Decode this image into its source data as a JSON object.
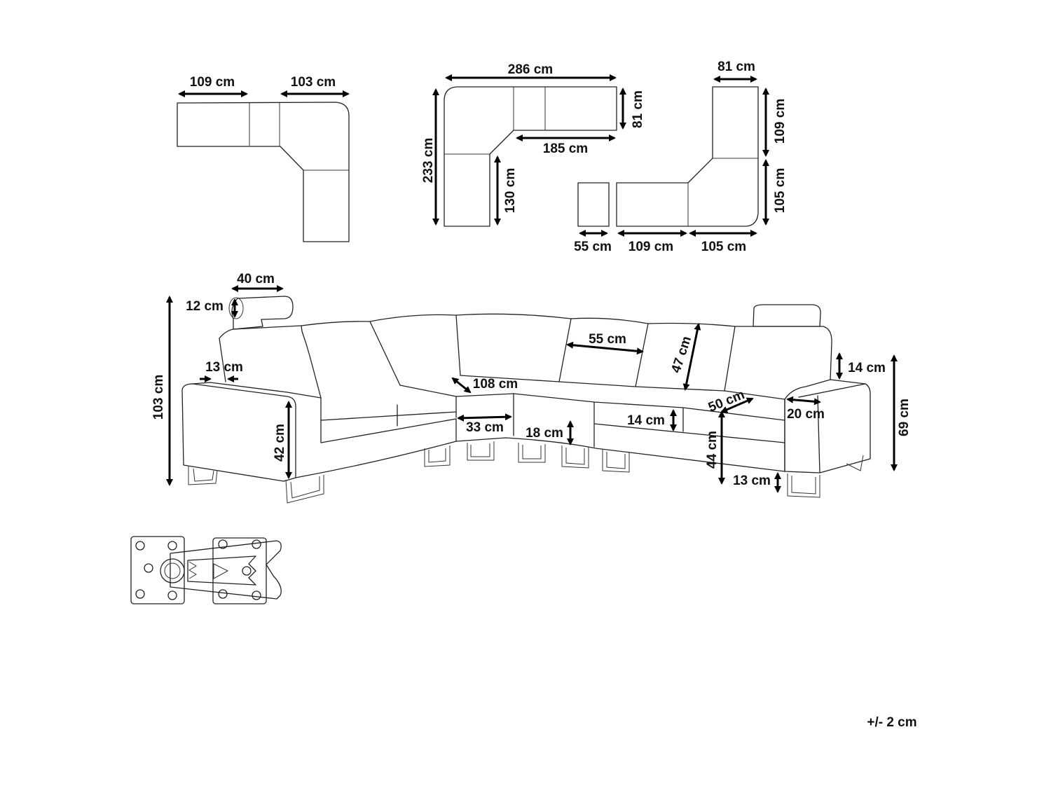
{
  "colors": {
    "ink": "#000000",
    "line": "#222222",
    "background": "#ffffff"
  },
  "top_views": {
    "view1": {
      "left_width": "109 cm",
      "right_width": "103 cm"
    },
    "view2": {
      "total_width": "286 cm",
      "total_depth": "233 cm",
      "side_depth": "81 cm",
      "inner_width": "185 cm",
      "inner_depth": "130 cm"
    },
    "view3": {
      "top_width": "81 cm",
      "upper_depth": "109 cm",
      "lower_depth": "105 cm",
      "ottoman_width": "55 cm",
      "middle_width": "109 cm",
      "corner_width": "105 cm"
    }
  },
  "sofa": {
    "headrest_width": "40 cm",
    "headrest_height": "12 cm",
    "total_height": "103 cm",
    "gap": "13 cm",
    "armrest_height": "42 cm",
    "corner_seat_width": "108 cm",
    "corner_depth": "33 cm",
    "back_cushion_width": "55 cm",
    "back_height": "47 cm",
    "seat_depth": "50 cm",
    "cushion_thickness": "14 cm",
    "seat_front_height": "18 cm",
    "seat_height": "44 cm",
    "leg_height": "13 cm",
    "arm_width": "20 cm",
    "headrest_top_height": "14 cm",
    "arm_total_height": "69 cm"
  },
  "connector": {
    "icon": "clamp-connector-icon"
  },
  "tolerance": "+/- 2 cm"
}
